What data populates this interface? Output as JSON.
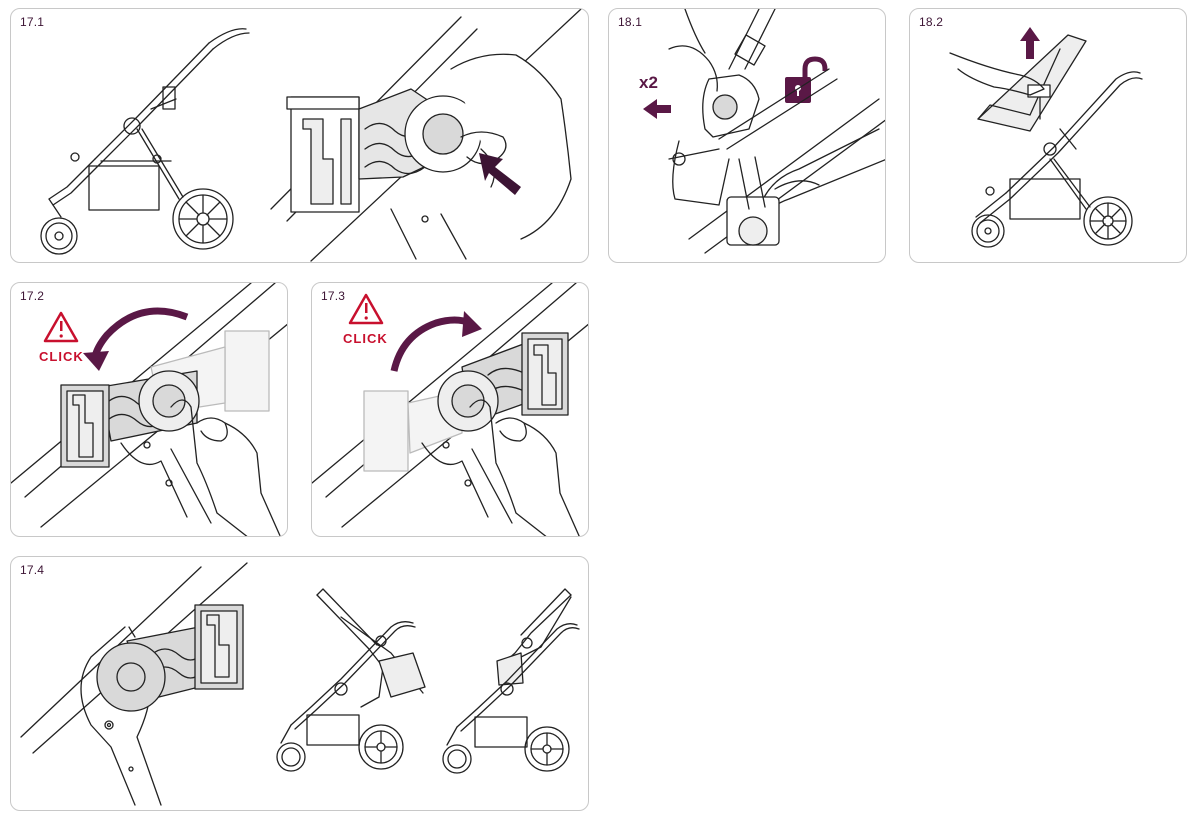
{
  "panels": {
    "p17_1": {
      "label": "17.1"
    },
    "p17_2": {
      "label": "17.2",
      "click": "CLICK"
    },
    "p17_3": {
      "label": "17.3",
      "click": "CLICK"
    },
    "p17_4": {
      "label": "17.4"
    },
    "p18_1": {
      "label": "18.1",
      "count": "x2"
    },
    "p18_2": {
      "label": "18.2"
    }
  },
  "colors": {
    "accent": "#5a1846",
    "warning": "#c8102e",
    "line": "#222222",
    "fill_gray": "#d9d9d9"
  }
}
